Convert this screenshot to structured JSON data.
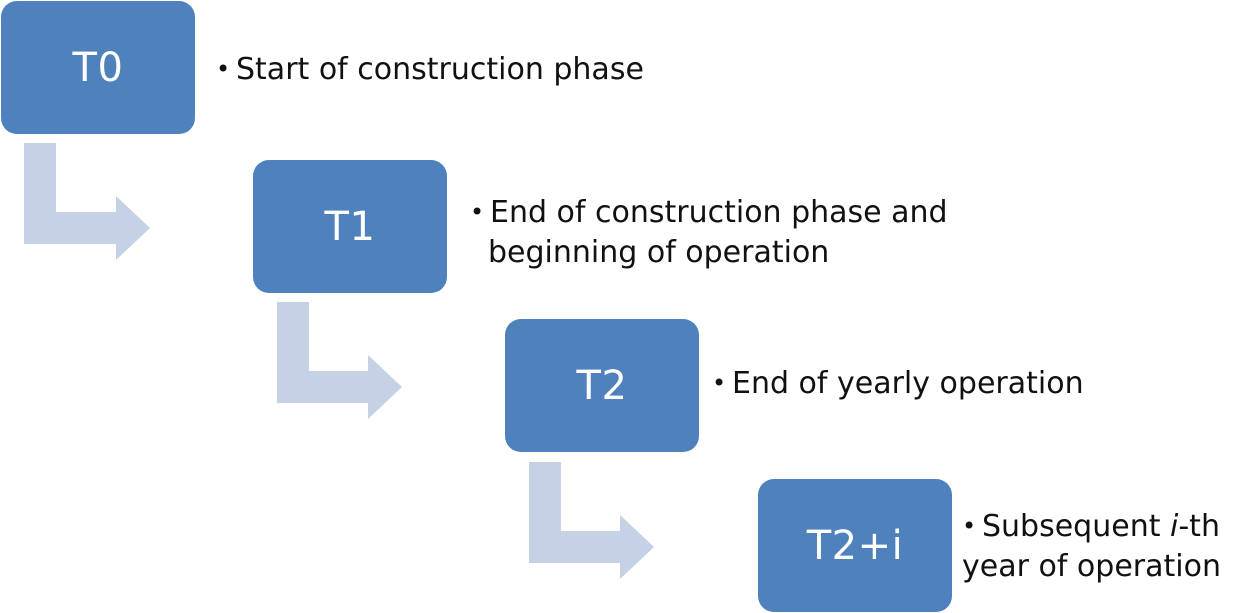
{
  "colors": {
    "box": "#4f81bd",
    "arrow": "#c5d1e5",
    "text": "#111111"
  },
  "steps": [
    {
      "label": "T0",
      "desc_line1": "Start of construction phase"
    },
    {
      "label": "T1",
      "desc_line1": "End of construction phase and",
      "desc_line2": "beginning of operation"
    },
    {
      "label": "T2",
      "desc_line1": "End of yearly operation"
    },
    {
      "label": "T2+i",
      "desc_pre": "Subsequent ",
      "desc_italic": "i",
      "desc_post": "-th",
      "desc_line2": "year of operation"
    }
  ],
  "bullet_char": "•"
}
